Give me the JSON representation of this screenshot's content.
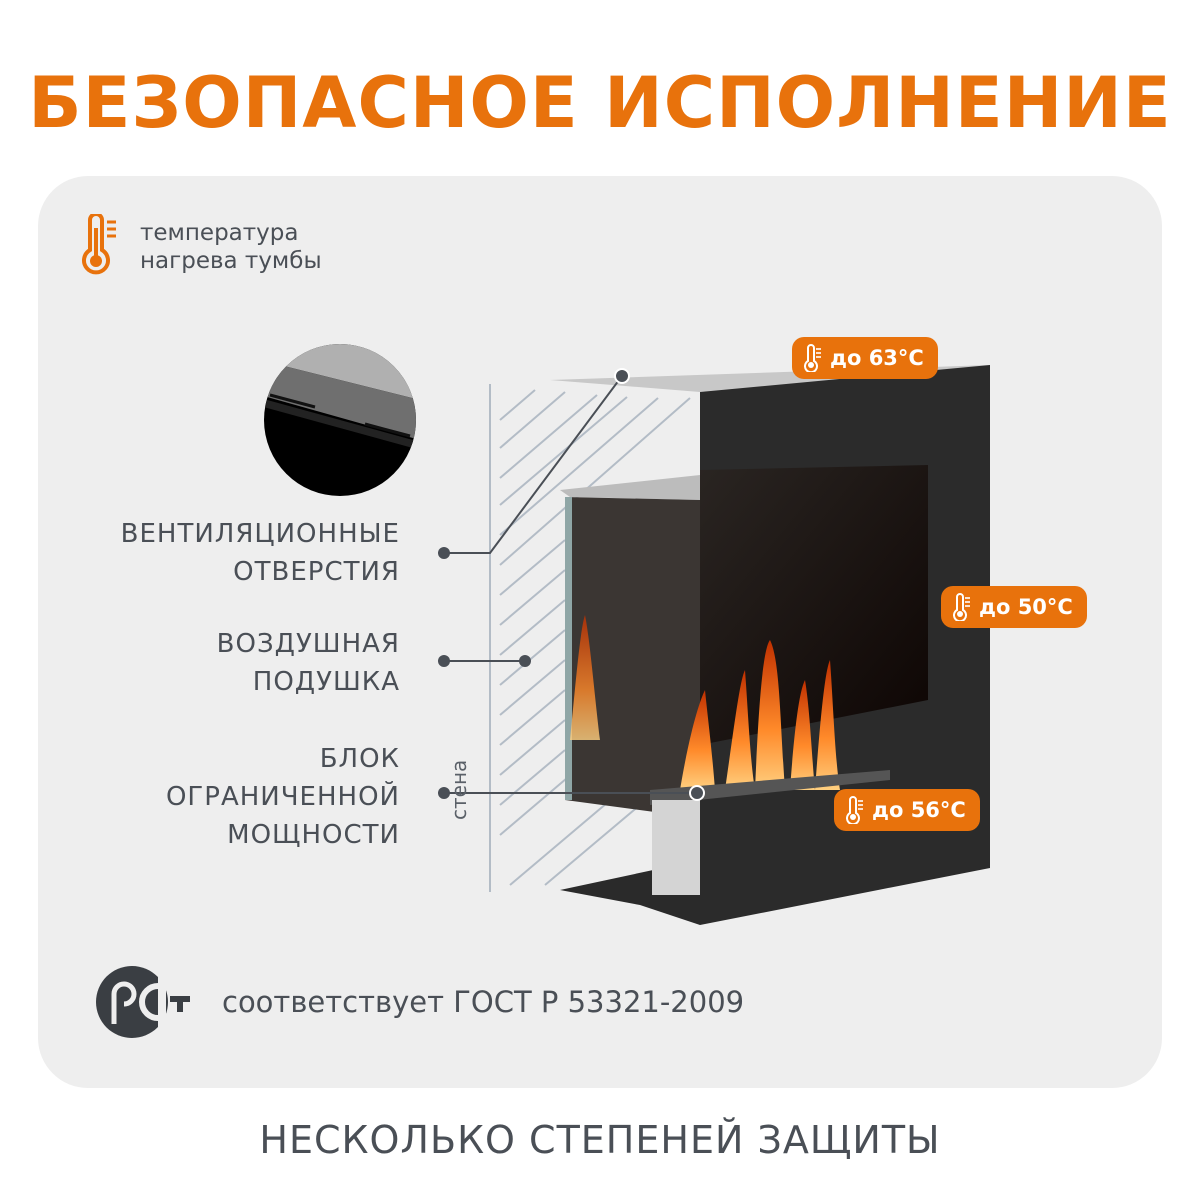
{
  "header": {
    "title": "БЕЗОПАСНОЕ ИСПОЛНЕНИЕ"
  },
  "legend": {
    "icon": "thermometer-icon",
    "lines": [
      "температура",
      "нагрева тумбы"
    ]
  },
  "features": [
    {
      "lines": [
        "ВЕНТИЛЯЦИОННЫЕ",
        "ОТВЕРСТИЯ"
      ]
    },
    {
      "lines": [
        "ВОЗДУШНАЯ",
        "ПОДУШКА"
      ]
    },
    {
      "lines": [
        "БЛОК",
        "ОГРАНИЧЕННОЙ",
        "МОЩНОСТИ"
      ]
    }
  ],
  "temperature_badges": [
    {
      "label": "до 63°C",
      "position": "top"
    },
    {
      "label": "до 50°C",
      "position": "side"
    },
    {
      "label": "до 56°C",
      "position": "bottom"
    }
  ],
  "wall_label": "стена",
  "certification": {
    "logo": "rst-logo",
    "text": "соответствует ГОСТ Р 53321-2009"
  },
  "footer": {
    "subtitle": "НЕСКОЛЬКО СТЕПЕНЕЙ ЗАЩИТЫ"
  },
  "colors": {
    "accent": "#e8720c",
    "text": "#4a4f56",
    "card_bg": "#eeeeee"
  }
}
